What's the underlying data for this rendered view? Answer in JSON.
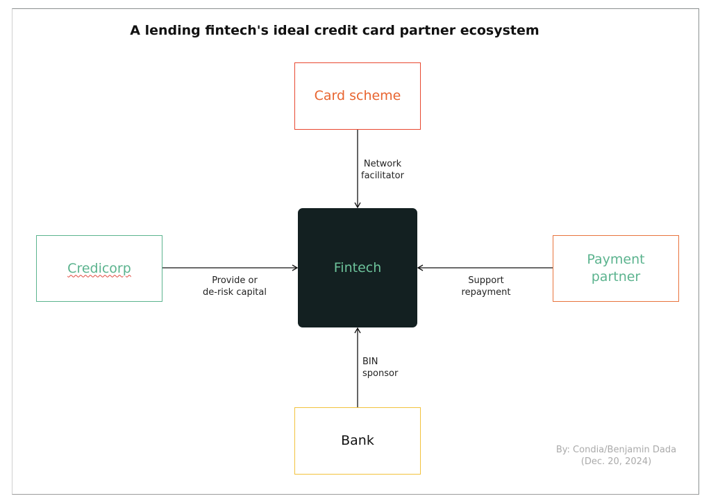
{
  "title": "A lending fintech's ideal credit card partner ecosystem",
  "nodes": {
    "card_scheme": {
      "label": "Card scheme",
      "color": "#e8472f",
      "text_color": "#e8642f"
    },
    "fintech": {
      "label": "Fintech",
      "color": "#132021",
      "text_color": "#6dc39b"
    },
    "credicorp": {
      "label": "Credicorp",
      "color": "#5bb38e",
      "text_color": "#5bb38e"
    },
    "payment_partner": {
      "label_line1": "Payment",
      "label_line2": "partner",
      "color": "#e8733c",
      "text_color": "#5bb38e"
    },
    "bank": {
      "label": "Bank",
      "color": "#f2c23c",
      "text_color": "#111111"
    }
  },
  "edges": {
    "card_scheme_to_fintech": {
      "line1": "Network",
      "line2": "facilitator"
    },
    "credicorp_to_fintech": {
      "line1": "Provide or",
      "line2": "de-risk capital"
    },
    "payment_to_fintech": {
      "line1": "Support",
      "line2": "repayment"
    },
    "bank_to_fintech": {
      "line1": "BIN",
      "line2": "sponsor"
    }
  },
  "credit": {
    "line1": "By: Condia/Benjamin Dada",
    "line2": "(Dec. 20, 2024)"
  }
}
